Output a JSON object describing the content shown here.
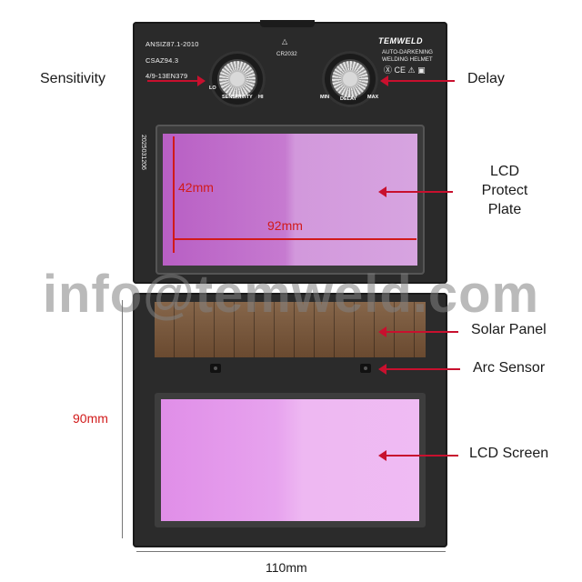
{
  "top_module": {
    "standards": [
      "ANSIZ87.1-2010",
      "CSAZ94.3",
      "4/9-13EN379"
    ],
    "battery": "CR2032",
    "brand": "TEMWELD",
    "product_lines": [
      "AUTO-DARKENING",
      "WELDING HELMET"
    ],
    "serial": "2025031206",
    "sensitivity_knob_label": "SENSITIVITY",
    "sensitivity_lo": "LO",
    "sensitivity_hi": "HI",
    "delay_knob_label": "DELAY",
    "delay_min": "MIN",
    "delay_max": "MAX"
  },
  "labels": {
    "sensitivity": "Sensitivity",
    "delay": "Delay",
    "lcd_protect": [
      "LCD",
      "Protect",
      "Plate"
    ],
    "solar_panel": "Solar Panel",
    "arc_sensor": "Arc Sensor",
    "lcd_screen": "LCD Screen"
  },
  "dimensions": {
    "lcd_height": "42mm",
    "lcd_width": "92mm",
    "module_height": "90mm",
    "module_width": "110mm"
  },
  "watermark": "info@temweld.com",
  "colors": {
    "arrow": "#c8102e",
    "dimension_red": "#d11a1a",
    "housing": "#2a2a2a",
    "lcd_top": "#c67ad0",
    "lcd_bottom": "#e7a3ee"
  }
}
